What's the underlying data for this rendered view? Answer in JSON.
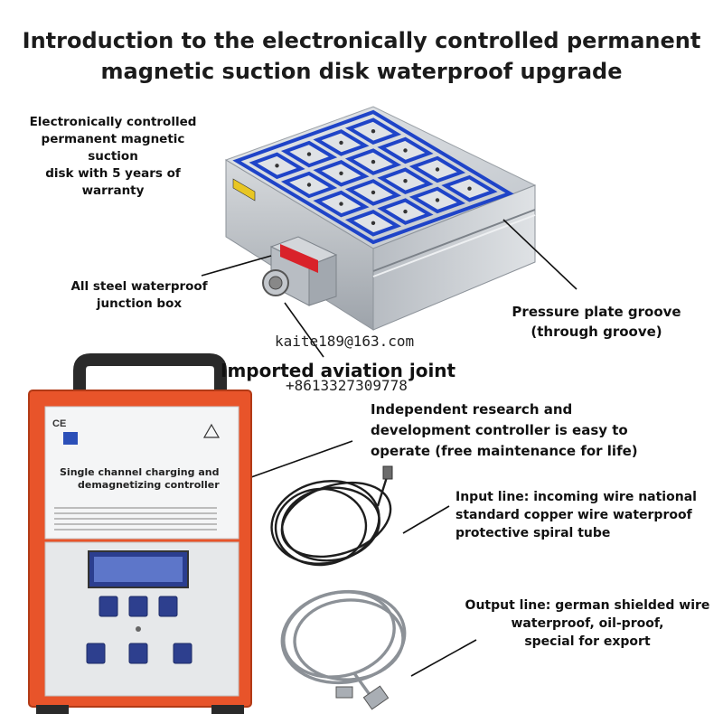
{
  "title_line1": "Introduction to the electronically controlled permanent",
  "title_line2": "magnetic suction disk waterproof upgrade",
  "labels": {
    "warranty_line1": "Electronically controlled",
    "warranty_line2": "permanent magnetic suction",
    "warranty_line3": "disk with 5 years of warranty",
    "junction_line1": "All steel waterproof",
    "junction_line2": "junction box",
    "groove_line1": "Pressure plate groove",
    "groove_line2": "(through groove)",
    "aviation": "Imported aviation joint",
    "controller_line1": "Independent research and",
    "controller_line2": "development controller is easy to",
    "controller_line3": "operate (free maintenance for life)",
    "input_line1": "Input line: incoming wire national",
    "input_line2": "standard copper wire waterproof",
    "input_line3": "protective spiral tube",
    "output_line1": "Output line: german shielded wire",
    "output_line2": "waterproof, oil-proof,",
    "output_line3": "special for export"
  },
  "watermark": {
    "email": "kaite189@163.com",
    "phone": "+8613327309778"
  },
  "controller_panel": {
    "heading_line1": "Single channel charging and",
    "heading_line2": "demagnetizing controller"
  },
  "colors": {
    "magnet_blue": "#1f44c8",
    "steel": "#c9cdd3",
    "controller_orange": "#e8542a",
    "warning_red": "#d9222a"
  },
  "icons": [
    "ce-mark-icon",
    "company-logo-icon",
    "warning-triangle-icon",
    "lcd-display",
    "charge-button-icon",
    "demagnetize-button-icon",
    "lock-icon"
  ]
}
